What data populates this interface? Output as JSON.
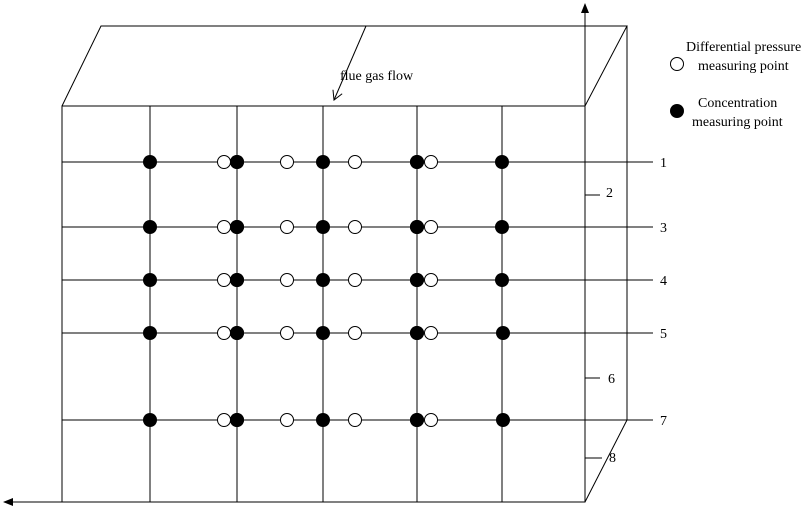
{
  "diagram": {
    "flow_label": "flue gas flow",
    "legend": {
      "differential_line1": "Differential pressure",
      "differential_line2": "measuring point",
      "concentration_line1": "Concentration",
      "concentration_line2": "measuring point"
    },
    "row_labels": [
      "1",
      "3",
      "4",
      "5",
      "7"
    ],
    "gap_labels": [
      "2",
      "6",
      "8"
    ]
  },
  "colors": {
    "line": "#000000",
    "background": "#ffffff"
  }
}
